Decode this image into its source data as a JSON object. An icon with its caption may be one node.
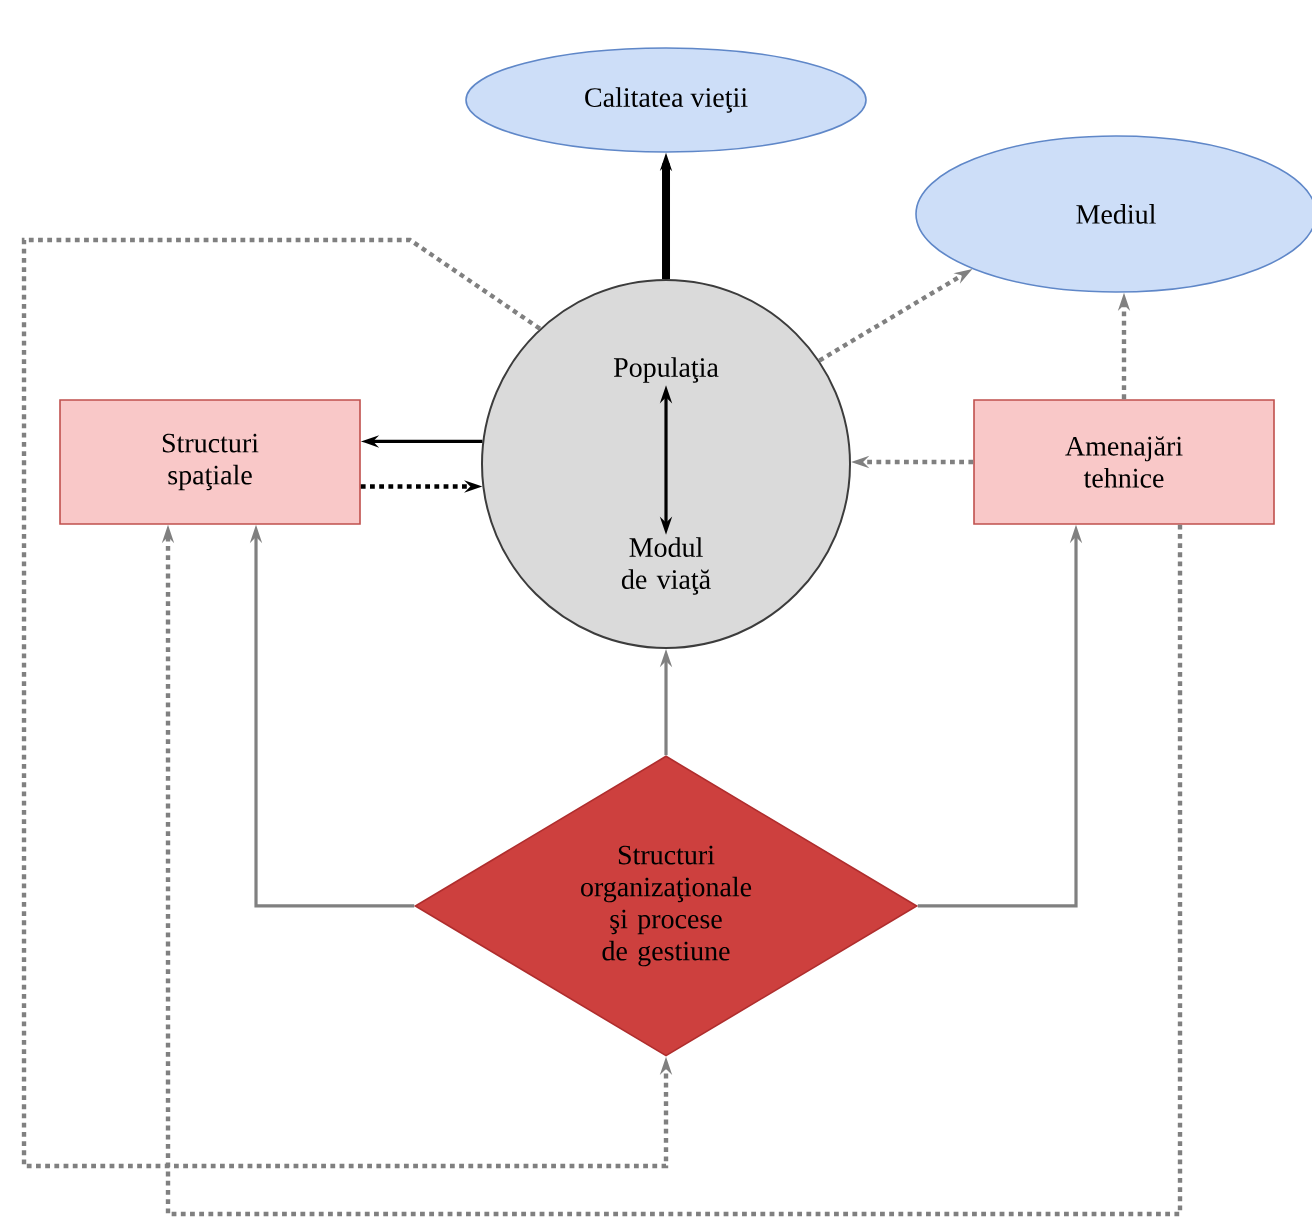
{
  "diagram": {
    "nodes": [
      {
        "text": [
          "Calitatea vieţii"
        ]
      },
      {
        "text": [
          "Mediul"
        ]
      },
      {
        "text": [],
        "shape": "circle"
      },
      {
        "text": [
          "Populaţia"
        ],
        "in": 2
      },
      {
        "text": [
          "Modul de viaţă"
        ],
        "in": 2
      },
      {
        "text": [
          "Structuri spaţiale"
        ]
      },
      {
        "text": [
          "Amenajări tehnice"
        ]
      },
      {
        "text": [
          "Structuri organizaţionale şi procese de gestiune"
        ]
      }
    ],
    "edges": [
      {
        "from": 2,
        "to": 0,
        "arrow": "to",
        "style": "thick",
        "color": "#000000"
      },
      {
        "from": 3,
        "to": 4,
        "arrow": "both",
        "color": "#000000"
      },
      {
        "from": 2,
        "to": 5,
        "arrow": "to",
        "color": "#000000"
      },
      {
        "from": 5,
        "to": 2,
        "arrow": "to",
        "style": "dashed",
        "color": "#000000"
      },
      {
        "from": 6,
        "to": 2,
        "arrow": "to",
        "style": "dashed"
      },
      {
        "from": 2,
        "to": 1,
        "arrow": "to",
        "style": "dashed"
      },
      {
        "from": 6,
        "to": 1,
        "arrow": "to",
        "style": "dashed"
      },
      {
        "from": 7,
        "to": 2,
        "arrow": "to"
      },
      {
        "from": 7,
        "to": 5,
        "arrow": "to"
      },
      {
        "from": 7,
        "to": 6,
        "arrow": "to"
      },
      {
        "from": 2,
        "to": 7,
        "arrow": "to",
        "style": "dashed"
      },
      {
        "from": 6,
        "to": 5,
        "arrow": "to",
        "style": "dashed"
      }
    ]
  }
}
